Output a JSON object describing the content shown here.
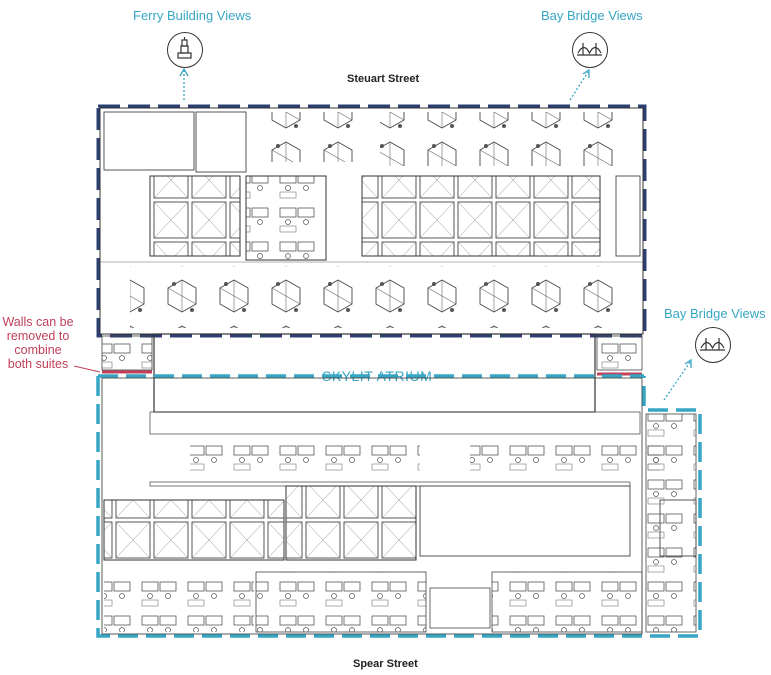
{
  "labels": {
    "ferry_building_views": "Ferry Building Views",
    "bay_bridge_views_top": "Bay Bridge Views",
    "bay_bridge_views_right": "Bay Bridge Views",
    "steuart_street": "Steuart Street",
    "spear_street": "Spear Street",
    "skylit_atrium": "SKYLIT ATRIUM",
    "walls_note": "Walls can be removed to combine both suites"
  },
  "icons": {
    "ferry": "ferry-building-icon",
    "bridge_top": "bay-bridge-icon",
    "bridge_right": "bay-bridge-icon"
  },
  "colors": {
    "view_label": "#37a5c4",
    "upper_suite_border": "#2b3f73",
    "lower_suite_border": "#37a5c4",
    "removable_wall": "#c0405a",
    "linework": "#333333"
  }
}
